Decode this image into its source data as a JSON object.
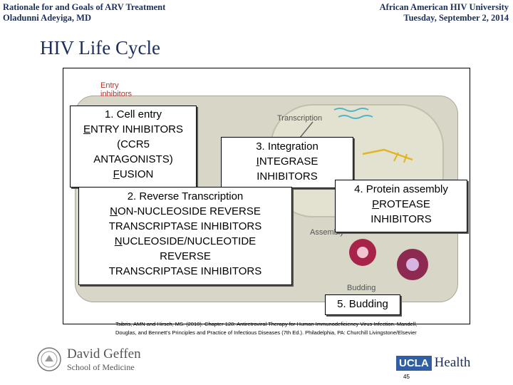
{
  "header": {
    "left_line1": "Rationale for and Goals of ARV Treatment",
    "left_line2": "Oladunni Adeyiga, MD",
    "right_line1": "African American HIV University",
    "right_line2": "Tuesday, September 2, 2014"
  },
  "title": "HIV Life Cycle",
  "figure_labels": {
    "entry_inhibitors": "Entry inhibitors",
    "transcription": "Transcription",
    "assembly": "Assembly",
    "budding": "Budding"
  },
  "boxes": {
    "entry": {
      "line1": "1.  Cell entry",
      "line2_first": "E",
      "line2_rest": "NTRY INHIBITORS",
      "line3": "(CCR5",
      "line4": "ANTAGONISTS)",
      "line5_first": "F",
      "line5_rest": "USION"
    },
    "integration": {
      "line1": "3.  Integration",
      "line2_first": "I",
      "line2_rest": "NTEGRASE",
      "line3": "INHIBITORS"
    },
    "protein": {
      "line1": "4.  Protein assembly",
      "line2_first": "P",
      "line2_rest": "ROTEASE",
      "line3": "INHIBITORS"
    },
    "rt": {
      "line1": "2.  Reverse Transcription",
      "line2_first": "N",
      "line2_rest": "ON-NUCLEOSIDE REVERSE",
      "line3": "TRANSCRIPTASE INHIBITORS",
      "line4_first": "N",
      "line4_rest": "UCLEOSIDE/NUCLEOTIDE",
      "line5": "REVERSE",
      "line6": "TRANSCRIPTASE INHIBITORS"
    },
    "budding": {
      "line1": "5.  Budding"
    }
  },
  "citation": {
    "line1": "Tsibris, AMN and Hirsch, MS. (2010). Chapter 128: Antiretroviral Therapy for Human Immunodeficiency Virus Infection. Mandell,",
    "line2": "Douglas, and Bennett's Principles and Practice of Infectious Diseases (7th Ed.). Philadelphia, PA: Churchill Livingstone/Elsevier"
  },
  "footer": {
    "geffen_name": "David Geffen",
    "geffen_school": "School of Medicine",
    "ucla": "UCLA",
    "health": "Health",
    "page": "45"
  },
  "colors": {
    "navy": "#1c2f5a",
    "cell_fill": "#d8d6c6",
    "ucla_blue": "#2f5fa2",
    "virus_red": "#a8234a"
  }
}
